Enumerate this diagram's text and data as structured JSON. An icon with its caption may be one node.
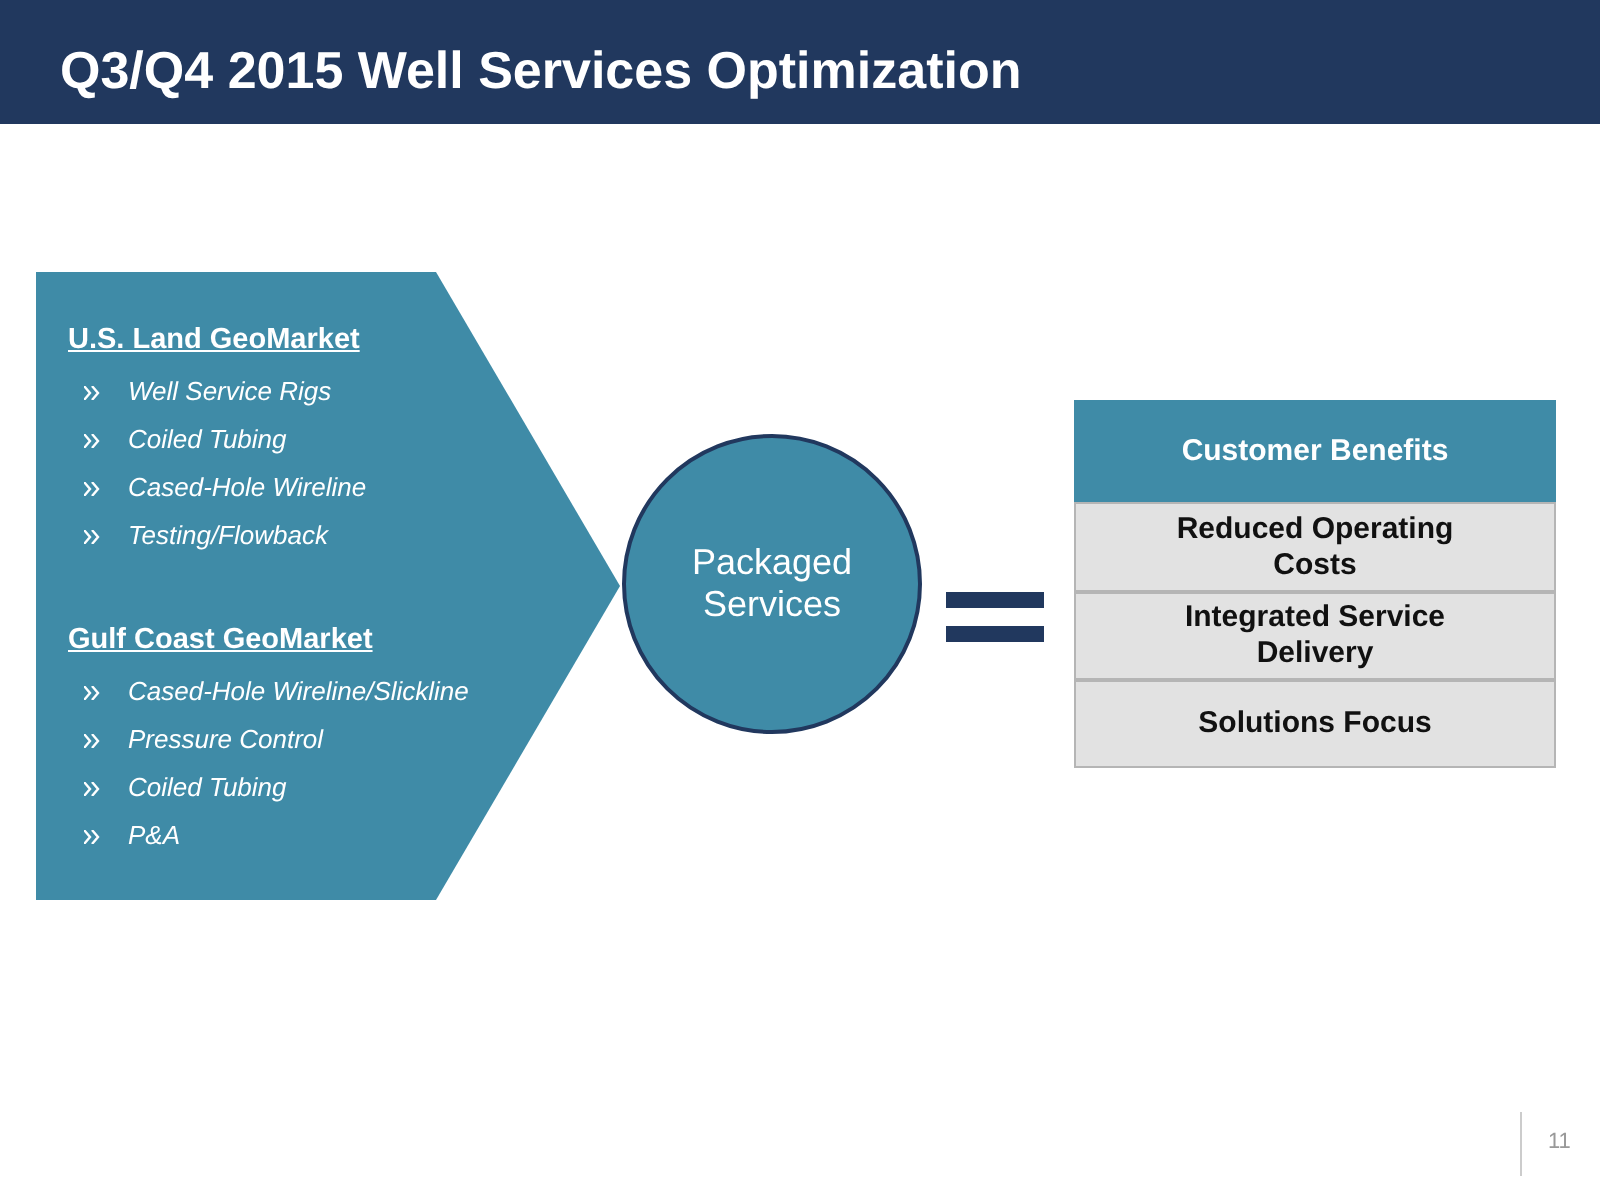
{
  "diagram": {
    "title": "Q3/Q4 2015 Well Services Optimization",
    "nodes": [
      {
        "text": [
          "U.S. Land GeoMarket",
          "Well Service Rigs",
          "Coiled Tubing",
          "Cased-Hole Wireline",
          "Testing/Flowback",
          "Gulf Coast GeoMarket",
          "Cased-Hole Wireline/Slickline",
          "Pressure Control",
          "Coiled Tubing",
          "P&A"
        ]
      },
      {
        "text": [
          "Packaged Services"
        ]
      },
      {
        "text": [
          "Customer Benefits"
        ]
      },
      {
        "text": [
          "Reduced Operating Costs"
        ]
      },
      {
        "text": [
          "Integrated Service Delivery"
        ]
      },
      {
        "text": [
          "Solutions Focus"
        ]
      }
    ],
    "labels": [
      "11"
    ]
  }
}
